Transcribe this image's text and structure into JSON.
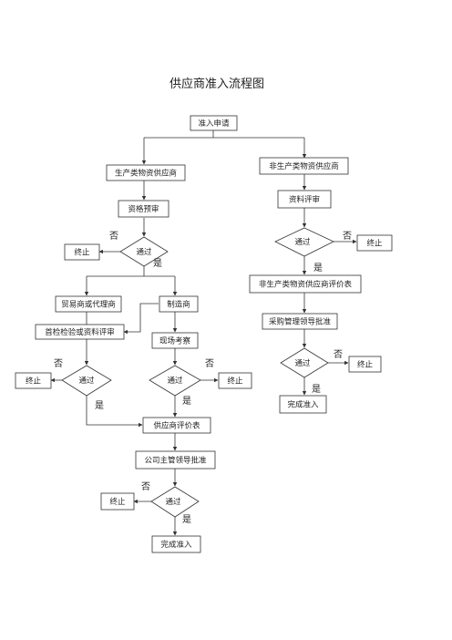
{
  "title": "供应商准入流程图",
  "nodes": {
    "apply": "准入申请",
    "production": "生产类物资供应商",
    "non_production": "非生产类物资供应商",
    "qualification_review": "资格预审",
    "document_review": "资料评审",
    "decision_1": "通过",
    "terminate_1": "终止",
    "decision_np": "通过",
    "terminate_np": "终止",
    "trader": "贸易商或代理商",
    "manufacturer": "制造商",
    "first_inspection": "首检检验或资料评审",
    "site_visit": "现场考察",
    "np_evaluation_form": "非生产类物资供应商评价表",
    "procurement_approval": "采购管理领导批准",
    "decision_trader": "通过",
    "terminate_trader": "终止",
    "decision_site": "通过",
    "terminate_site": "终止",
    "decision_np2": "通过",
    "terminate_np2": "终止",
    "complete_np": "完成准入",
    "evaluation_form": "供应商评价表",
    "executive_approval": "公司主管领导批准",
    "decision_final": "通过",
    "terminate_final": "终止",
    "complete_final": "完成准入"
  },
  "edge_labels": {
    "yes": "是",
    "no": "否"
  }
}
